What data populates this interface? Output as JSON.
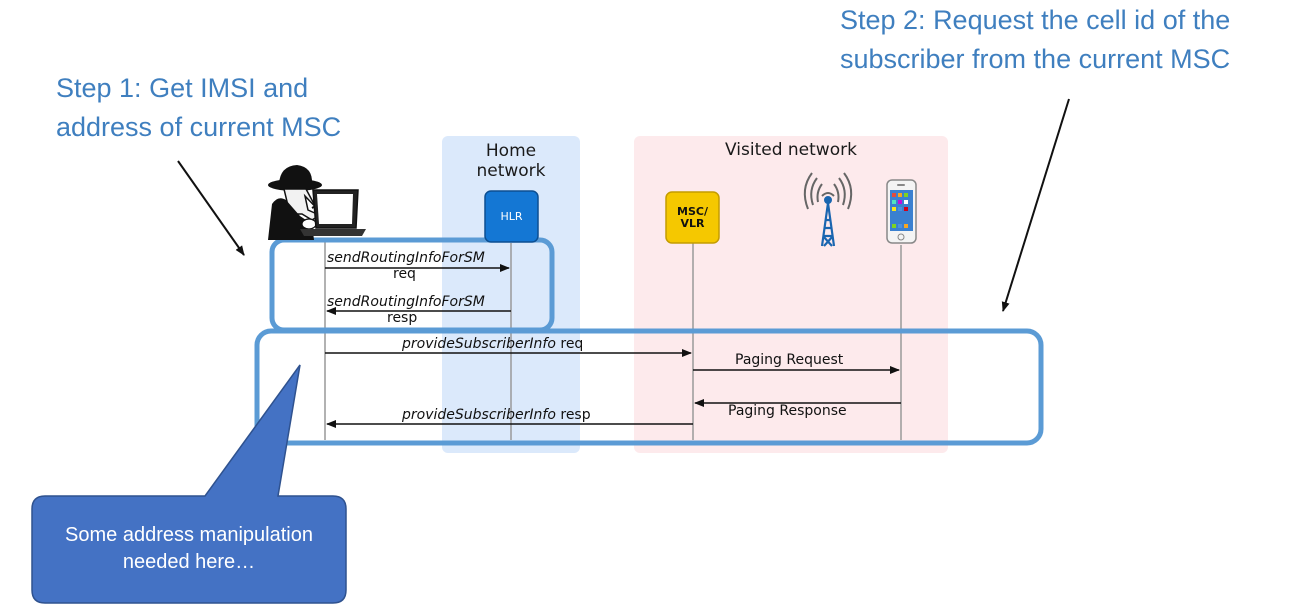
{
  "steps": {
    "step1_line1": "Step 1:  Get IMSI and",
    "step1_line2": "address of current MSC",
    "step2_line1": "Step 2:  Request the cell id of the",
    "step2_line2": "subscriber from the current MSC"
  },
  "networks": {
    "home_line1": "Home",
    "home_line2": "network",
    "visited": "Visited network"
  },
  "nodes": {
    "hlr": "HLR",
    "msc_line1": "MSC/",
    "msc_line2": "VLR"
  },
  "messages": {
    "sri_req_name": "sendRoutingInfoForSM",
    "sri_req_suffix": "req",
    "sri_resp_name": "sendRoutingInfoForSM",
    "sri_resp_suffix": "resp",
    "psi_req_name": "provideSubscriberInfo",
    "psi_req_suffix": " req",
    "paging_request": "Paging Request",
    "paging_response": "Paging Response",
    "psi_resp_name": "provideSubscriberInfo",
    "psi_resp_suffix": " resp"
  },
  "callout": {
    "line1": "Some address manipulation",
    "line2": "needed here…"
  },
  "icons": [
    "spy-icon",
    "laptop-icon",
    "cell-tower-icon",
    "phone-icon"
  ],
  "colors": {
    "step_text": "#3f7fbf",
    "highlight_border": "#5b9bd5",
    "home_bg": "#dbe9fb",
    "visited_bg": "#fdeaec",
    "hlr_box": "#1477d4",
    "msc_box": "#f5c800",
    "callout_fill": "#4472c4"
  }
}
